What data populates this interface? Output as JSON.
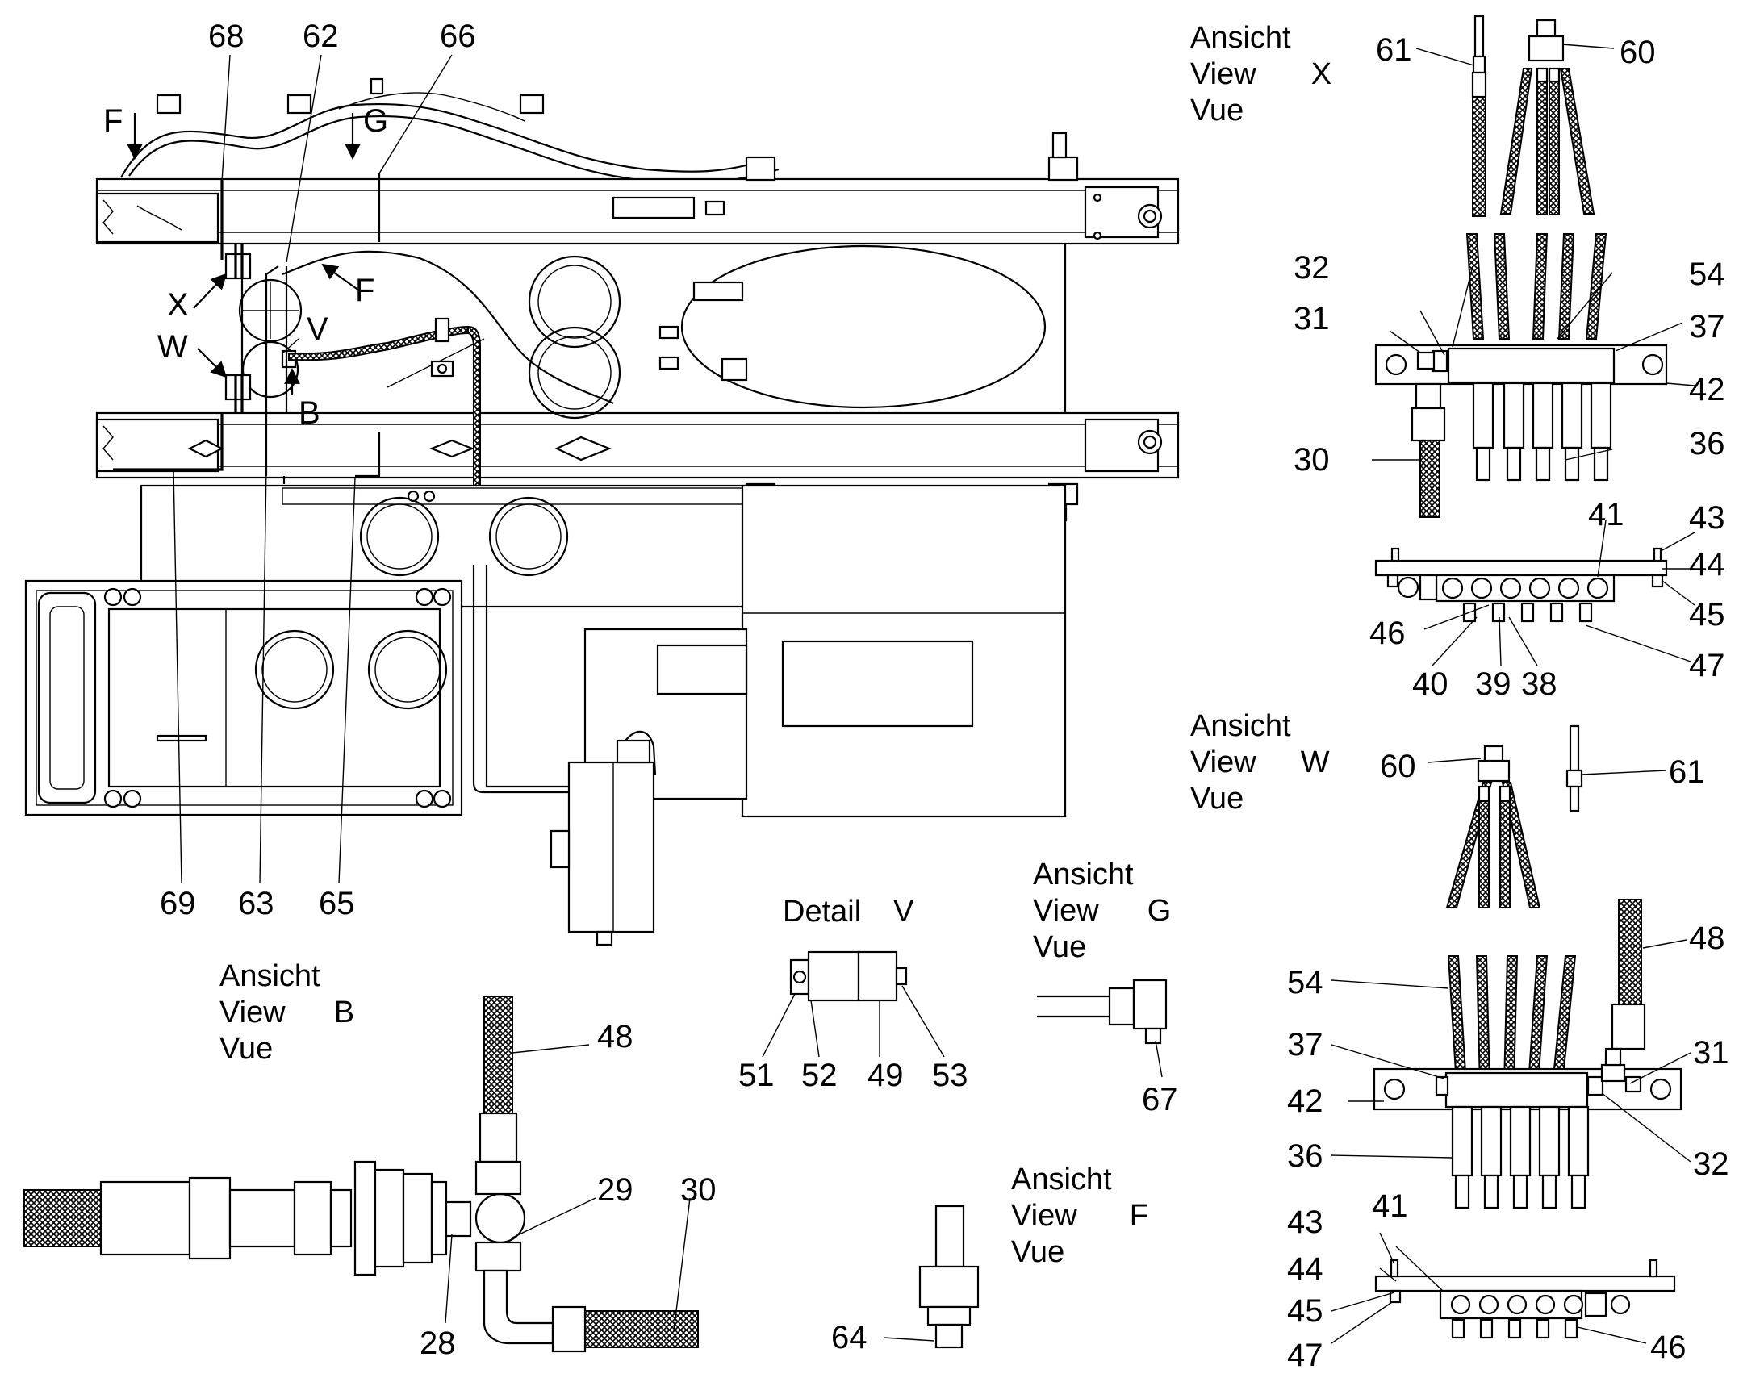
{
  "callouts": {
    "c68": "68",
    "c62": "62",
    "c66": "66",
    "cF1": "F",
    "cG": "G",
    "cF2": "F",
    "cX": "X",
    "cV": "V",
    "cW": "W",
    "cB": "B",
    "c69": "69",
    "c63": "63",
    "c65": "65",
    "c61a": "61",
    "c60a": "60",
    "c32a": "32",
    "c54a": "54",
    "c31a": "31",
    "c37a": "37",
    "c42a": "42",
    "c30a": "30",
    "c36a": "36",
    "c41a": "41",
    "c43a": "43",
    "c44a": "44",
    "c45a": "45",
    "c46a": "46",
    "c47a": "47",
    "c40a": "40",
    "c39a": "39",
    "c38a": "38",
    "c60b": "60",
    "c61b": "61",
    "c48b": "48",
    "c54b": "54",
    "c37b": "37",
    "c31b": "31",
    "c42b": "42",
    "c36b": "36",
    "c32b": "32",
    "c43b": "43",
    "c41b": "41",
    "c44b": "44",
    "c45b": "45",
    "c47b": "47",
    "c46b": "46",
    "c51": "51",
    "c52": "52",
    "c49": "49",
    "c53": "53",
    "c67": "67",
    "c64": "64",
    "c48c": "48",
    "c29": "29",
    "c30c": "30",
    "c28": "28"
  },
  "views": {
    "x": {
      "line1": "Ansicht",
      "line2": "View",
      "letter": "X",
      "line3": "Vue"
    },
    "w": {
      "line1": "Ansicht",
      "line2": "View",
      "letter": "W",
      "line3": "Vue"
    },
    "g": {
      "line1": "Ansicht",
      "line2": "View",
      "letter": "G",
      "line3": "Vue"
    },
    "b": {
      "line1": "Ansicht",
      "line2": "View",
      "letter": "B",
      "line3": "Vue"
    },
    "f": {
      "line1": "Ansicht",
      "line2": "View",
      "letter": "F",
      "line3": "Vue"
    }
  },
  "detail": {
    "word": "Detail",
    "letter": "V"
  }
}
